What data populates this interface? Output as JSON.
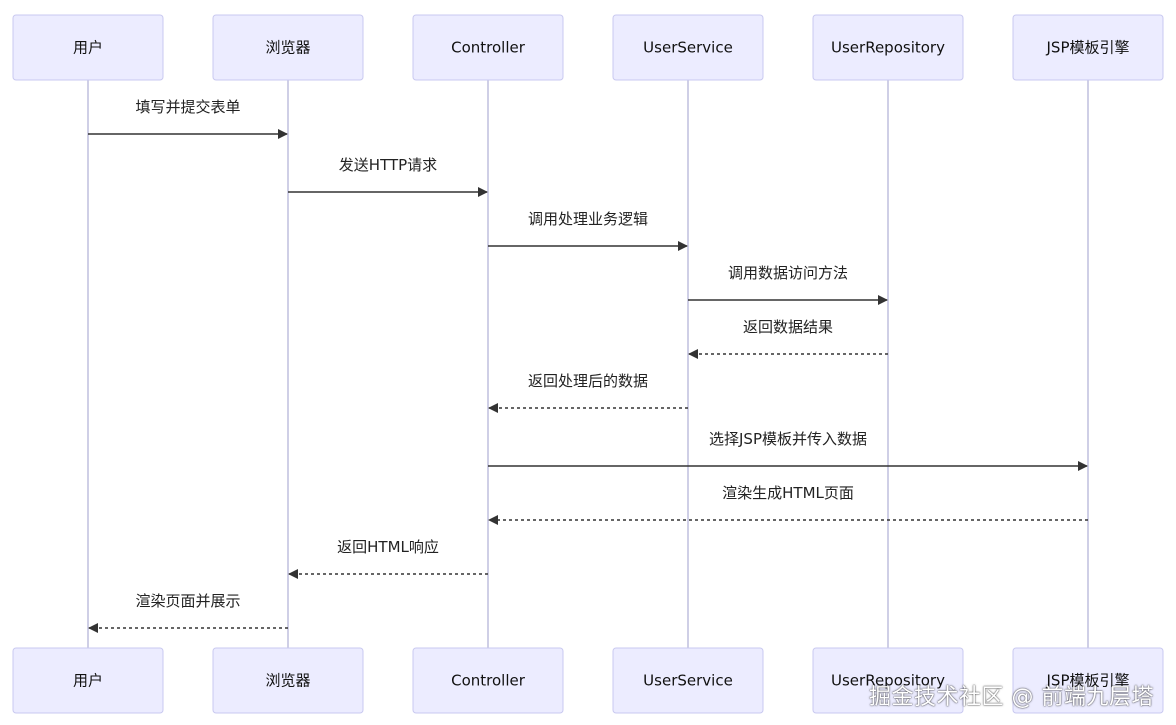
{
  "participants": [
    "用户",
    "浏览器",
    "Controller",
    "UserService",
    "UserRepository",
    "JSP模板引擎"
  ],
  "messages": [
    {
      "from": 0,
      "to": 1,
      "label": "填写并提交表单",
      "style": "solid"
    },
    {
      "from": 1,
      "to": 2,
      "label": "发送HTTP请求",
      "style": "solid"
    },
    {
      "from": 2,
      "to": 3,
      "label": "调用处理业务逻辑",
      "style": "solid"
    },
    {
      "from": 3,
      "to": 4,
      "label": "调用数据访问方法",
      "style": "solid"
    },
    {
      "from": 4,
      "to": 3,
      "label": "返回数据结果",
      "style": "dashed"
    },
    {
      "from": 3,
      "to": 2,
      "label": "返回处理后的数据",
      "style": "dashed"
    },
    {
      "from": 2,
      "to": 5,
      "label": "选择JSP模板并传入数据",
      "style": "solid"
    },
    {
      "from": 5,
      "to": 2,
      "label": "渲染生成HTML页面",
      "style": "dashed"
    },
    {
      "from": 2,
      "to": 1,
      "label": "返回HTML响应",
      "style": "dashed"
    },
    {
      "from": 1,
      "to": 0,
      "label": "渲染页面并展示",
      "style": "dashed"
    }
  ],
  "watermark": "掘金技术社区 @ 前端九层塔",
  "colors": {
    "actor_fill": "#ECECFF",
    "actor_stroke": "#C9C9F0",
    "lifeline": "#CFCFE6",
    "line": "#333333"
  }
}
